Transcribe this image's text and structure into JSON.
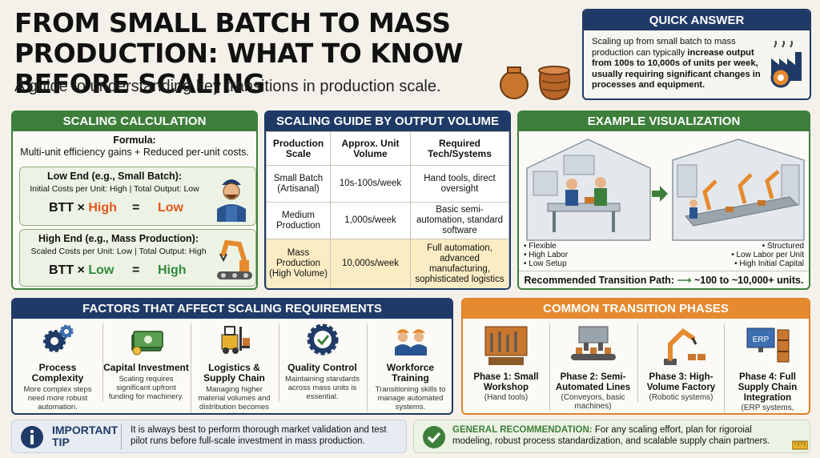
{
  "title": "FROM SMALL BATCH TO MASS PRODUCTION: WHAT TO KNOW BEFORE SCALING",
  "subtitle": "A guide to understanding key transitions in production scale.",
  "quick_answer": {
    "heading": "QUICK ANSWER",
    "text_plain": "Scaling up from small batch to mass production can typically ",
    "text_bold": "increase output from 100s to 10,000s of units per week, usually requiring significant changes in processes and equipment."
  },
  "calc": {
    "heading": "SCALING CALCULATION",
    "formula_label": "Formula:",
    "formula": "Multi-unit efficiency gains + Reduced per-unit costs.",
    "low": {
      "title": "Low End (e.g., Small Batch):",
      "detail": "Initial Costs per Unit: High | Total Output: Low",
      "lhs": "BTT × ",
      "lhs_val": "High",
      "eq": "=",
      "rhs": "Low"
    },
    "high": {
      "title": "High End (e.g., Mass Production):",
      "detail": "Scaled Costs per Unit: Low | Total Output: High",
      "lhs": "BTT × ",
      "lhs_val": "Low",
      "eq": "=",
      "rhs": "High"
    }
  },
  "guide": {
    "heading": "SCALING GUIDE BY OUTPUT VOLUME",
    "columns": [
      "Production Scale",
      "Approx. Unit Volume",
      "Required Tech/Systems"
    ],
    "rows": [
      [
        "Small Batch (Artisanal)",
        "10s-100s/week",
        "Hand tools, direct oversight"
      ],
      [
        "Medium Production",
        "1,000s/week",
        "Basic semi-automation, standard software"
      ],
      [
        "Mass Production (High Volume)",
        "10,000s/week",
        "Full automation, advanced manufacturing, sophisticated logistics"
      ]
    ]
  },
  "viz": {
    "heading": "EXAMPLE VISUALIZATION",
    "left": [
      "• Flexible",
      "• High Labor",
      "• Low Setup"
    ],
    "right": [
      "• Structured",
      "• Low Labor per Unit",
      "• High Initial Capital"
    ],
    "path_label": "Recommended Transition Path:",
    "path_value": "~100 to ~10,000+ units."
  },
  "factors": {
    "heading": "FACTORS THAT AFFECT SCALING REQUIREMENTS",
    "items": [
      {
        "title": "Process Complexity",
        "desc": "More complex steps need more robust automation.",
        "icon": "gears-icon"
      },
      {
        "title": "Capital Investment",
        "desc": "Scaling requires significant upfront funding for machinery.",
        "icon": "money-icon"
      },
      {
        "title": "Logistics & Supply Chain",
        "desc": "Managing higher material volumes and distribution becomes critical.",
        "icon": "forklift-icon"
      },
      {
        "title": "Quality Control",
        "desc": "Maintaining standards across mass units is essential.",
        "icon": "quality-badge-icon"
      },
      {
        "title": "Workforce Training",
        "desc": "Transitioning skills to manage automated systems.",
        "icon": "workers-icon"
      }
    ]
  },
  "phases": {
    "heading": "COMMON TRANSITION PHASES",
    "items": [
      {
        "title": "Phase 1: Small Workshop",
        "desc": "(Hand tools)",
        "icon": "tools-icon"
      },
      {
        "title": "Phase 2: Semi-Automated Lines",
        "desc": "(Conveyors, basic machines)",
        "icon": "conveyor-icon"
      },
      {
        "title": "Phase 3: High-Volume Factory",
        "desc": "(Robotic systems)",
        "icon": "robot-arm-icon"
      },
      {
        "title": "Phase 4: Full Supply Chain Integration",
        "desc": "(ERP systems, automated warehousing)",
        "icon": "erp-icon"
      }
    ]
  },
  "tip": {
    "label": "IMPORTANT TIP",
    "text": "It is always best to perform thorough market validation and test pilot runs before full-scale investment in mass production."
  },
  "recommendation": {
    "label": "GENERAL RECOMMENDATION:",
    "text": " For any scaling effort, plan for rigoroial modeling, robust process standardization, and scalable supply chain partners."
  },
  "icons": {
    "erp_label": "ERP"
  },
  "colors": {
    "navy": "#1f3a66",
    "green": "#3d7f3a",
    "orange": "#e58a2e",
    "high": "#2f8a3a",
    "low": "#e0571f"
  }
}
